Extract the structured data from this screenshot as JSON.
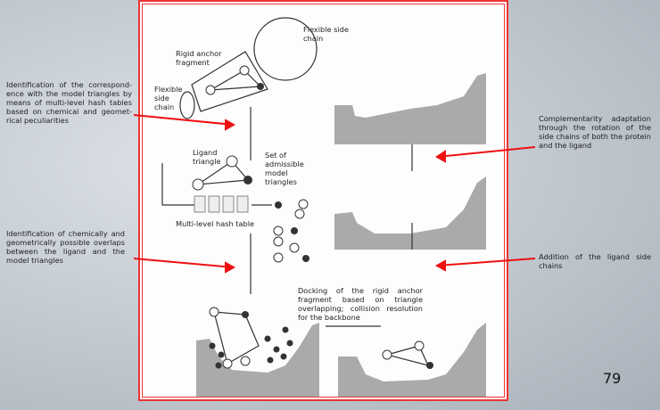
{
  "notes": {
    "left_top": "Identification of the correspond-ence with the model triangles by means of multi-level hash tables based on chemical and geomet-rical peculiarities",
    "left_bottom": "Identification of chemically and geometrically possible overlaps between the ligand and the model triangles",
    "right_top": "Complementarity adaptation through the rotation of the side chains of both the protein and the ligand",
    "right_bottom": "Addition of the ligand side chains"
  },
  "diagram": {
    "flexible_side_chain_top": "Flexible side chain",
    "rigid_anchor": "Rigid anchor fragment",
    "flexible_side_chain_left": "Flexible side chain",
    "ligand_triangle": "Ligand triangle",
    "admissible_set": "Set of admissible model triangles",
    "hash_table": "Multi-level hash table",
    "docking": "Docking of the rigid anchor fragment based on triangle overlapping; collision resolution for the backbone"
  },
  "page_number": "79",
  "colors": {
    "arrow": "#e11",
    "frame": "#e33",
    "protein": "#aaaaaa"
  }
}
